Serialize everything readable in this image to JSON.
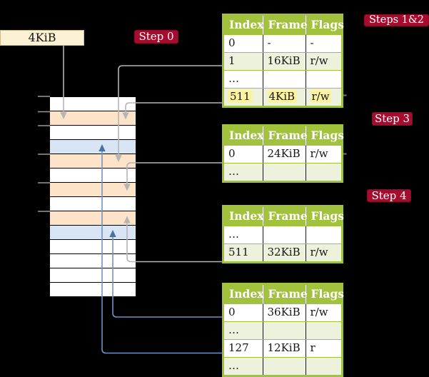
{
  "figure": {
    "frame_box_label": "4KiB",
    "badges": {
      "step0": "Step 0",
      "steps_1_2": "Steps 1&2",
      "step3": "Step 3",
      "step4": "Step 4"
    }
  },
  "colors": {
    "background": "#000000",
    "badge_red": "#a60c2d",
    "table_header_green": "#a2c13c",
    "table_row_light_green": "#edf2dc",
    "memory_row_peach": "#fde3c8",
    "memory_row_blue": "#d8e5f4",
    "frame_box_cream": "#fcf1d2",
    "highlight_yellow": "#fcf3a0",
    "gray_connector": "#b5b5b5",
    "blue_connector": "#6f93c6"
  },
  "memory_stack": {
    "rows": [
      {
        "shade": "white"
      },
      {
        "shade": "peach"
      },
      {
        "shade": "white"
      },
      {
        "shade": "blue"
      },
      {
        "shade": "peach"
      },
      {
        "shade": "white"
      },
      {
        "shade": "peach"
      },
      {
        "shade": "white"
      },
      {
        "shade": "peach"
      },
      {
        "shade": "blue"
      },
      {
        "shade": "white"
      },
      {
        "shade": "white"
      },
      {
        "shade": "white"
      },
      {
        "shade": "white"
      }
    ]
  },
  "tables": [
    {
      "id": "page-table-steps-1-2",
      "columns": [
        "Index",
        "Frame",
        "Flags"
      ],
      "rows": [
        {
          "shade": "white",
          "highlight": false,
          "cells": [
            "0",
            "-",
            "-"
          ]
        },
        {
          "shade": "green",
          "highlight": false,
          "cells": [
            "1",
            "16KiB",
            "r/w"
          ]
        },
        {
          "shade": "white",
          "highlight": false,
          "cells": [
            "…",
            "",
            ""
          ]
        },
        {
          "shade": "green",
          "highlight": true,
          "cells": [
            "511",
            "4KiB",
            "r/w"
          ]
        }
      ]
    },
    {
      "id": "page-table-step-3",
      "columns": [
        "Index",
        "Frame",
        "Flags"
      ],
      "rows": [
        {
          "shade": "white",
          "highlight": false,
          "cells": [
            "0",
            "24KiB",
            "r/w"
          ]
        },
        {
          "shade": "green",
          "highlight": false,
          "cells": [
            "…",
            "",
            ""
          ]
        }
      ]
    },
    {
      "id": "page-table-step-4",
      "columns": [
        "Index",
        "Frame",
        "Flags"
      ],
      "rows": [
        {
          "shade": "white",
          "highlight": false,
          "cells": [
            "…",
            "",
            ""
          ]
        },
        {
          "shade": "green",
          "highlight": false,
          "cells": [
            "511",
            "32KiB",
            "r/w"
          ]
        }
      ]
    },
    {
      "id": "page-table-final",
      "columns": [
        "Index",
        "Frame",
        "Flags"
      ],
      "rows": [
        {
          "shade": "white",
          "highlight": false,
          "cells": [
            "0",
            "36KiB",
            "r/w"
          ]
        },
        {
          "shade": "green",
          "highlight": false,
          "cells": [
            "…",
            "",
            ""
          ]
        },
        {
          "shade": "white",
          "highlight": false,
          "cells": [
            "127",
            "12KiB",
            "r"
          ]
        },
        {
          "shade": "green",
          "highlight": false,
          "cells": [
            "…",
            "",
            ""
          ]
        }
      ]
    }
  ]
}
